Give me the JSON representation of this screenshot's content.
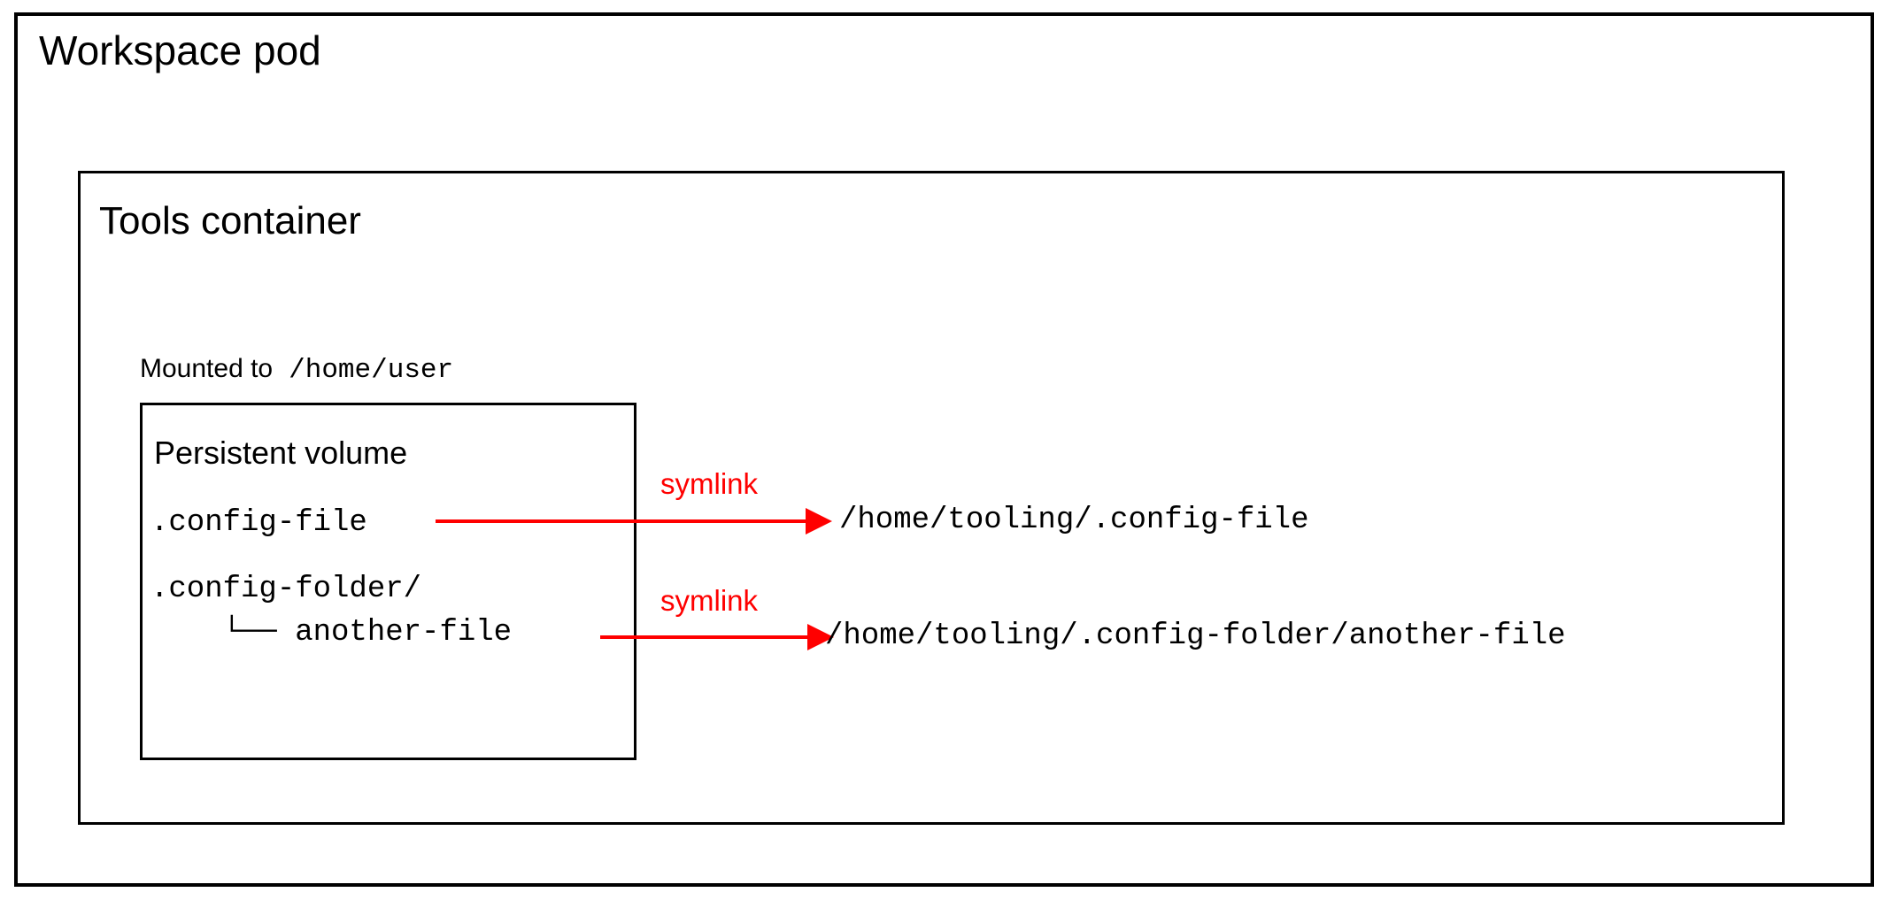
{
  "diagram": {
    "pod": {
      "title": "Workspace pod"
    },
    "container": {
      "title": "Tools container"
    },
    "mount": {
      "label": "Mounted to",
      "path": "/home/user"
    },
    "volume": {
      "title": "Persistent volume",
      "entries": [
        {
          "name": ".config-file"
        },
        {
          "name": ".config-folder/"
        },
        {
          "name": "    └── another-file"
        }
      ]
    },
    "links": [
      {
        "label": "symlink",
        "target": "/home/tooling/.config-file",
        "color": "#ff0000"
      },
      {
        "label": "symlink",
        "target": "/home/tooling/.config-folder/another-file",
        "color": "#ff0000"
      }
    ]
  }
}
